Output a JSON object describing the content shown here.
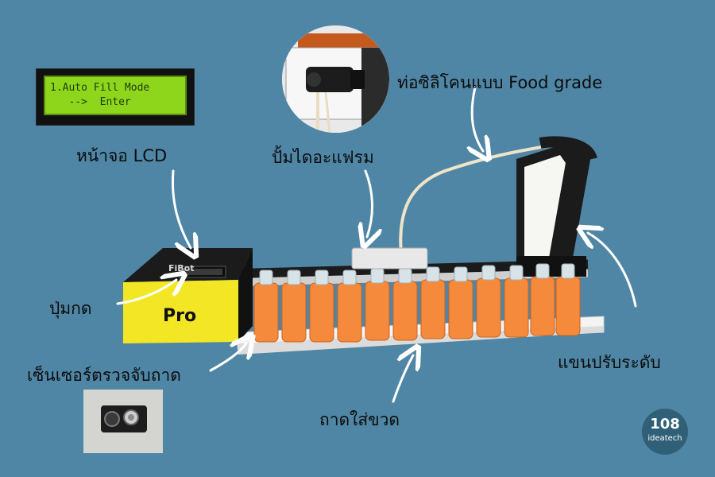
{
  "labels": {
    "lcd_screen": "หน้าจอ LCD",
    "pump": "ปั้มไดอะแฟรม",
    "silicone_tube": "ท่อซิลิโคนแบบ Food grade",
    "buttons": "ปุ่มกด",
    "tray_sensor": "เซ็นเซอร์ตรวจจับถาด",
    "bottle_tray": "ถาดใส่ขวด",
    "adjust_arm": "แขนปรับระดับ"
  },
  "lcd": {
    "line1": "1.Auto Fill Mode",
    "line2": "   -->  Enter"
  },
  "machine": {
    "brand": "FiBot",
    "model": "Pro"
  },
  "logo": {
    "number": "108",
    "name": "ideatech"
  },
  "colors": {
    "background": "#4f86a5",
    "panel_yellow": "#f2e625",
    "liquid_orange": "#f58a3c",
    "lcd_green": "#8ed61c"
  }
}
